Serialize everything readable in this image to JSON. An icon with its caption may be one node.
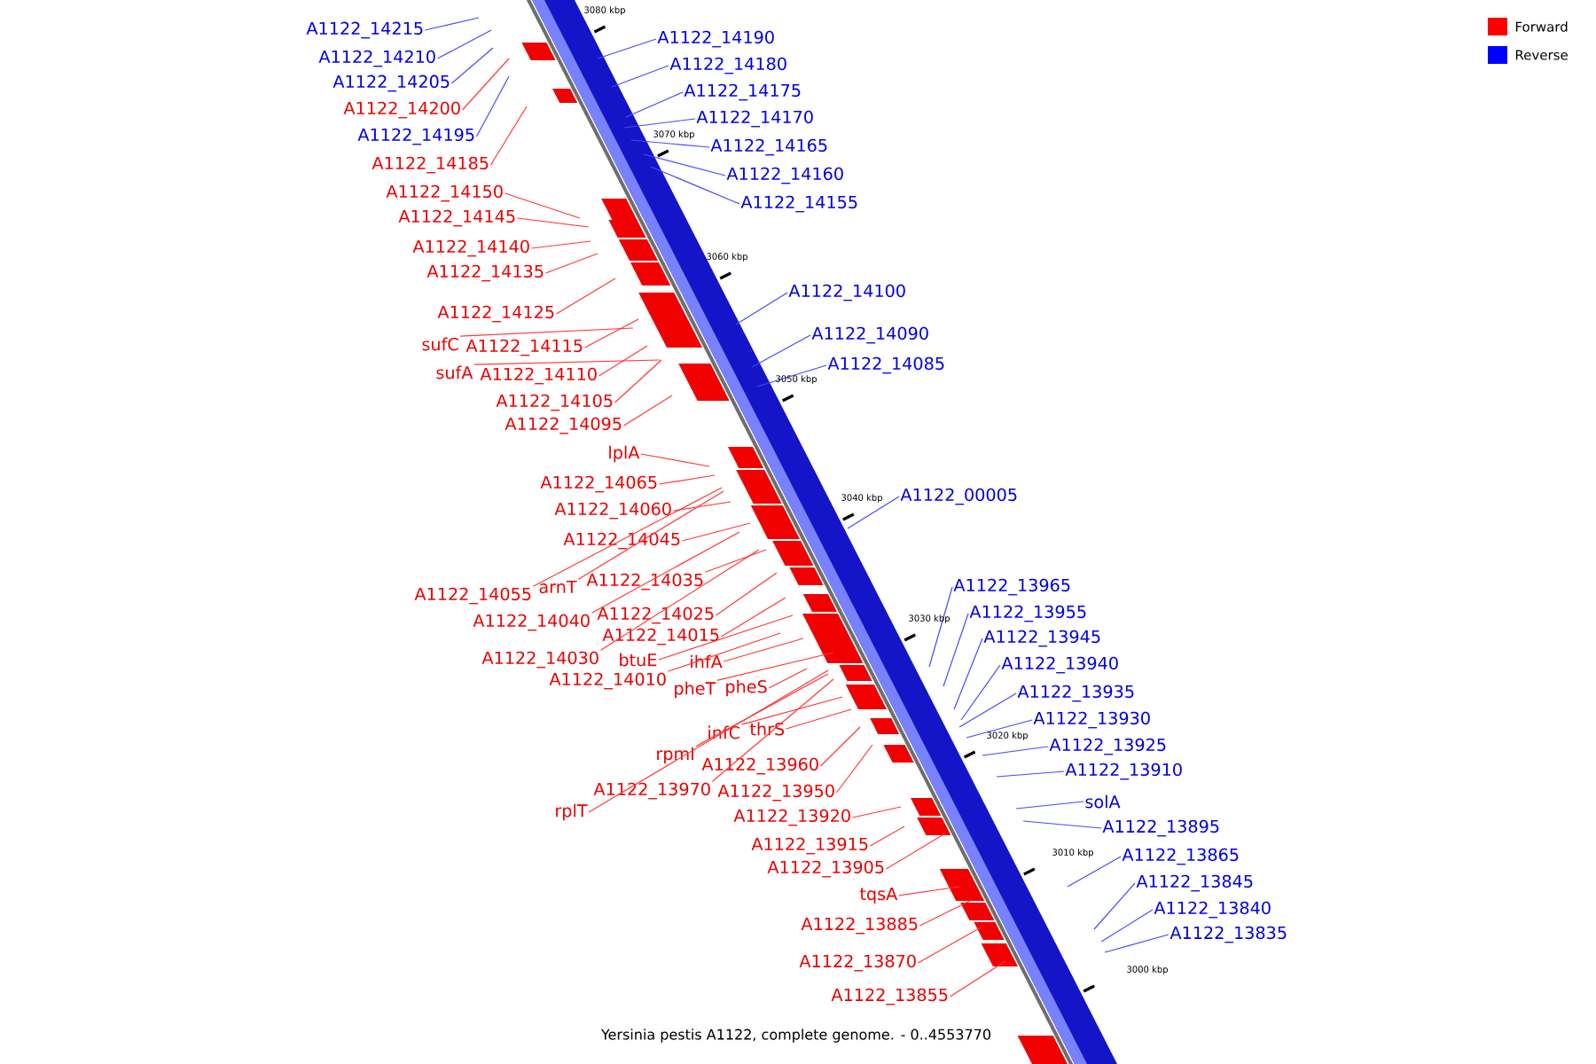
{
  "diagram": {
    "caption": "Yersinia pestis A1122, complete genome. - 0..4553770",
    "nodes": [
      {
        "text": [
          "A1122_14215"
        ]
      },
      {
        "text": [
          "A1122_14190"
        ]
      },
      {
        "text": [
          "A1122_14210"
        ]
      },
      {
        "text": [
          "A1122_14180"
        ]
      },
      {
        "text": [
          "A1122_14205"
        ]
      },
      {
        "text": [
          "A1122_14175"
        ]
      },
      {
        "text": [
          "A1122_14200"
        ]
      },
      {
        "text": [
          "A1122_14170"
        ]
      },
      {
        "text": [
          "A1122_14195"
        ]
      },
      {
        "text": [
          "A1122_14165"
        ]
      },
      {
        "text": [
          "A1122_14185"
        ]
      },
      {
        "text": [
          "A1122_14160"
        ]
      },
      {
        "text": [
          "A1122_14150"
        ]
      },
      {
        "text": [
          "A1122_14155"
        ]
      },
      {
        "text": [
          "A1122_14145"
        ]
      },
      {
        "text": [
          "A1122_14140"
        ]
      },
      {
        "text": [
          "A1122_14135"
        ]
      },
      {
        "text": [
          "A1122_14100"
        ]
      },
      {
        "text": [
          "A1122_14125"
        ]
      },
      {
        "text": [
          "A1122_14090"
        ]
      },
      {
        "text": [
          "sufC"
        ]
      },
      {
        "text": [
          "A1122_14115"
        ]
      },
      {
        "text": [
          "A1122_14085"
        ]
      },
      {
        "text": [
          "sufA"
        ]
      },
      {
        "text": [
          "A1122_14110"
        ]
      },
      {
        "text": [
          "A1122_14105"
        ]
      },
      {
        "text": [
          "A1122_14095"
        ]
      },
      {
        "text": [
          "lplA"
        ]
      },
      {
        "text": [
          "A1122_14065"
        ]
      },
      {
        "text": [
          "A1122_00005"
        ]
      },
      {
        "text": [
          "A1122_14060"
        ]
      },
      {
        "text": [
          "A1122_14045"
        ]
      },
      {
        "text": [
          "arnT"
        ]
      },
      {
        "text": [
          "A1122_14035"
        ]
      },
      {
        "text": [
          "A1122_14055"
        ]
      },
      {
        "text": [
          "A1122_13965"
        ]
      },
      {
        "text": [
          "A1122_13955"
        ]
      },
      {
        "text": [
          "A1122_14025"
        ]
      },
      {
        "text": [
          "A1122_14040"
        ]
      },
      {
        "text": [
          "A1122_13945"
        ]
      },
      {
        "text": [
          "A1122_14015"
        ]
      },
      {
        "text": [
          "A1122_14030"
        ]
      },
      {
        "text": [
          "btuE"
        ]
      },
      {
        "text": [
          "ihfA"
        ]
      },
      {
        "text": [
          "A1122_13940"
        ]
      },
      {
        "text": [
          "A1122_14010"
        ]
      },
      {
        "text": [
          "pheT"
        ]
      },
      {
        "text": [
          "pheS"
        ]
      },
      {
        "text": [
          "A1122_13935"
        ]
      },
      {
        "text": [
          "A1122_13930"
        ]
      },
      {
        "text": [
          "thrS"
        ]
      },
      {
        "text": [
          "infC"
        ]
      },
      {
        "text": [
          "A1122_13925"
        ]
      },
      {
        "text": [
          "rpmI"
        ]
      },
      {
        "text": [
          "A1122_13960"
        ]
      },
      {
        "text": [
          "A1122_13910"
        ]
      },
      {
        "text": [
          "A1122_13970"
        ]
      },
      {
        "text": [
          "A1122_13950"
        ]
      },
      {
        "text": [
          "solA"
        ]
      },
      {
        "text": [
          "rplT"
        ]
      },
      {
        "text": [
          "A1122_13920"
        ]
      },
      {
        "text": [
          "A1122_13895"
        ]
      },
      {
        "text": [
          "A1122_13915"
        ]
      },
      {
        "text": [
          "A1122_13865"
        ]
      },
      {
        "text": [
          "A1122_13905"
        ]
      },
      {
        "text": [
          "A1122_13845"
        ]
      },
      {
        "text": [
          "tqsA"
        ]
      },
      {
        "text": [
          "A1122_13840"
        ]
      },
      {
        "text": [
          "A1122_13885"
        ]
      },
      {
        "text": [
          "A1122_13835"
        ]
      },
      {
        "text": [
          "A1122_13870"
        ]
      },
      {
        "text": [
          "A1122_13855"
        ]
      }
    ],
    "edges": [
      {
        "from": 0,
        "to": null,
        "arrow": "none",
        "color": "#4848ff"
      },
      {
        "from": 1,
        "to": null,
        "arrow": "none",
        "color": "#4848ff"
      },
      {
        "from": 2,
        "to": null,
        "arrow": "none",
        "color": "#4848ff"
      },
      {
        "from": 3,
        "to": null,
        "arrow": "none",
        "color": "#4848ff"
      },
      {
        "from": 4,
        "to": null,
        "arrow": "none",
        "color": "#4848ff"
      },
      {
        "from": 5,
        "to": null,
        "arrow": "none",
        "color": "#4848ff"
      },
      {
        "from": 6,
        "to": null,
        "arrow": "none"
      },
      {
        "from": 7,
        "to": null,
        "arrow": "none",
        "color": "#4848ff"
      },
      {
        "from": 8,
        "to": null,
        "arrow": "none",
        "color": "#4848ff"
      },
      {
        "from": 9,
        "to": null,
        "arrow": "none",
        "color": "#4848ff"
      },
      {
        "from": 10,
        "to": null,
        "arrow": "none"
      },
      {
        "from": 11,
        "to": null,
        "arrow": "none",
        "color": "#4848ff"
      },
      {
        "from": 12,
        "to": null,
        "arrow": "none"
      },
      {
        "from": 13,
        "to": null,
        "arrow": "none",
        "color": "#4848ff"
      },
      {
        "from": 14,
        "to": null,
        "arrow": "none"
      },
      {
        "from": 15,
        "to": null,
        "arrow": "none"
      },
      {
        "from": 16,
        "to": null,
        "arrow": "none"
      },
      {
        "from": 17,
        "to": null,
        "arrow": "none",
        "color": "#4848ff"
      },
      {
        "from": 18,
        "to": null,
        "arrow": "none"
      },
      {
        "from": 19,
        "to": null,
        "arrow": "none",
        "color": "#4848ff"
      },
      {
        "from": 20,
        "to": null,
        "arrow": "none"
      },
      {
        "from": 21,
        "to": null,
        "arrow": "none"
      },
      {
        "from": 22,
        "to": null,
        "arrow": "none",
        "color": "#4848ff"
      },
      {
        "from": 23,
        "to": null,
        "arrow": "none"
      },
      {
        "from": 24,
        "to": null,
        "arrow": "none"
      },
      {
        "from": 25,
        "to": null,
        "arrow": "none"
      },
      {
        "from": 26,
        "to": null,
        "arrow": "none"
      },
      {
        "from": 27,
        "to": null,
        "arrow": "none"
      },
      {
        "from": 28,
        "to": null,
        "arrow": "none"
      },
      {
        "from": 29,
        "to": null,
        "arrow": "none",
        "color": "#4848ff"
      },
      {
        "from": 30,
        "to": null,
        "arrow": "none"
      },
      {
        "from": 31,
        "to": null,
        "arrow": "none"
      },
      {
        "from": 32,
        "to": null,
        "arrow": "none"
      },
      {
        "from": 33,
        "to": null,
        "arrow": "none"
      },
      {
        "from": 34,
        "to": null,
        "arrow": "none"
      },
      {
        "from": 35,
        "to": null,
        "arrow": "none",
        "color": "#4848ff"
      },
      {
        "from": 36,
        "to": null,
        "arrow": "none",
        "color": "#4848ff"
      },
      {
        "from": 37,
        "to": null,
        "arrow": "none"
      },
      {
        "from": 38,
        "to": null,
        "arrow": "none"
      },
      {
        "from": 39,
        "to": null,
        "arrow": "none",
        "color": "#4848ff"
      },
      {
        "from": 40,
        "to": null,
        "arrow": "none"
      },
      {
        "from": 41,
        "to": null,
        "arrow": "none"
      },
      {
        "from": 42,
        "to": null,
        "arrow": "none"
      },
      {
        "from": 43,
        "to": null,
        "arrow": "none"
      },
      {
        "from": 44,
        "to": null,
        "arrow": "none",
        "color": "#4848ff"
      },
      {
        "from": 45,
        "to": null,
        "arrow": "none"
      },
      {
        "from": 46,
        "to": null,
        "arrow": "none"
      },
      {
        "from": 47,
        "to": null,
        "arrow": "none"
      },
      {
        "from": 48,
        "to": null,
        "arrow": "none",
        "color": "#4848ff"
      },
      {
        "from": 49,
        "to": null,
        "arrow": "none",
        "color": "#4848ff"
      },
      {
        "from": 50,
        "to": null,
        "arrow": "none"
      },
      {
        "from": 51,
        "to": null,
        "arrow": "none"
      },
      {
        "from": 52,
        "to": null,
        "arrow": "none",
        "color": "#4848ff"
      },
      {
        "from": 53,
        "to": null,
        "arrow": "none"
      },
      {
        "from": 54,
        "to": null,
        "arrow": "none"
      },
      {
        "from": 55,
        "to": null,
        "arrow": "none",
        "color": "#4848ff"
      },
      {
        "from": 56,
        "to": null,
        "arrow": "none"
      },
      {
        "from": 57,
        "to": null,
        "arrow": "none"
      },
      {
        "from": 58,
        "to": null,
        "arrow": "none",
        "color": "#4848ff"
      },
      {
        "from": 59,
        "to": null,
        "arrow": "none"
      },
      {
        "from": 60,
        "to": null,
        "arrow": "none"
      },
      {
        "from": 61,
        "to": null,
        "arrow": "none",
        "color": "#4848ff"
      },
      {
        "from": 62,
        "to": null,
        "arrow": "none"
      },
      {
        "from": 63,
        "to": null,
        "arrow": "none",
        "color": "#4848ff"
      },
      {
        "from": 64,
        "to": null,
        "arrow": "none"
      },
      {
        "from": 65,
        "to": null,
        "arrow": "none",
        "color": "#4848ff"
      },
      {
        "from": 66,
        "to": null,
        "arrow": "none"
      },
      {
        "from": 67,
        "to": null,
        "arrow": "none",
        "color": "#4848ff"
      },
      {
        "from": 68,
        "to": null,
        "arrow": "none"
      },
      {
        "from": 69,
        "to": null,
        "arrow": "none",
        "color": "#4848ff"
      },
      {
        "from": 70,
        "to": null,
        "arrow": "none"
      },
      {
        "from": 71,
        "to": null,
        "arrow": "none"
      }
    ],
    "labels": [
      "3080 kbp",
      "3070 kbp",
      "3060 kbp",
      "3050 kbp",
      "3040 kbp",
      "3030 kbp",
      "3020 kbp",
      "3010 kbp",
      "3000 kbp"
    ],
    "legend": [
      {
        "text": "Forward",
        "color": "#ff0000"
      },
      {
        "text": "Reverse",
        "color": "#0000ff"
      }
    ]
  }
}
